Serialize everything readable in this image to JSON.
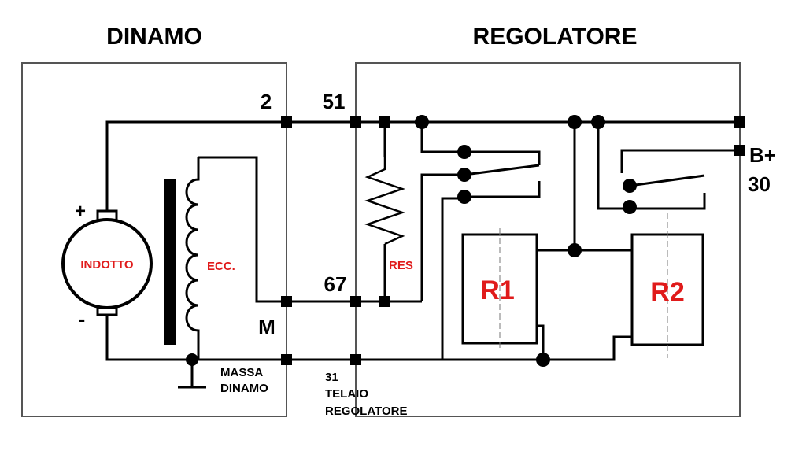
{
  "headings": {
    "dinamo": "DINAMO",
    "regolatore": "REGOLATORE"
  },
  "terminals": {
    "t2": "2",
    "t51": "51",
    "t67": "67",
    "tM": "M",
    "tB": "B+",
    "t30": "30",
    "t31": "31"
  },
  "labels": {
    "plus": "+",
    "minus": "-",
    "indotto": "INDOTTO",
    "ecc": "ECC.",
    "res": "RES",
    "r1": "R1",
    "r2": "R2",
    "massa1": "MASSA",
    "massa2": "DINAMO",
    "telaio1": "TELAIO",
    "telaio2": "REGOLATORE"
  },
  "colors": {
    "wire": "#000000",
    "label_red": "#e01b1b",
    "box": "#555555"
  }
}
